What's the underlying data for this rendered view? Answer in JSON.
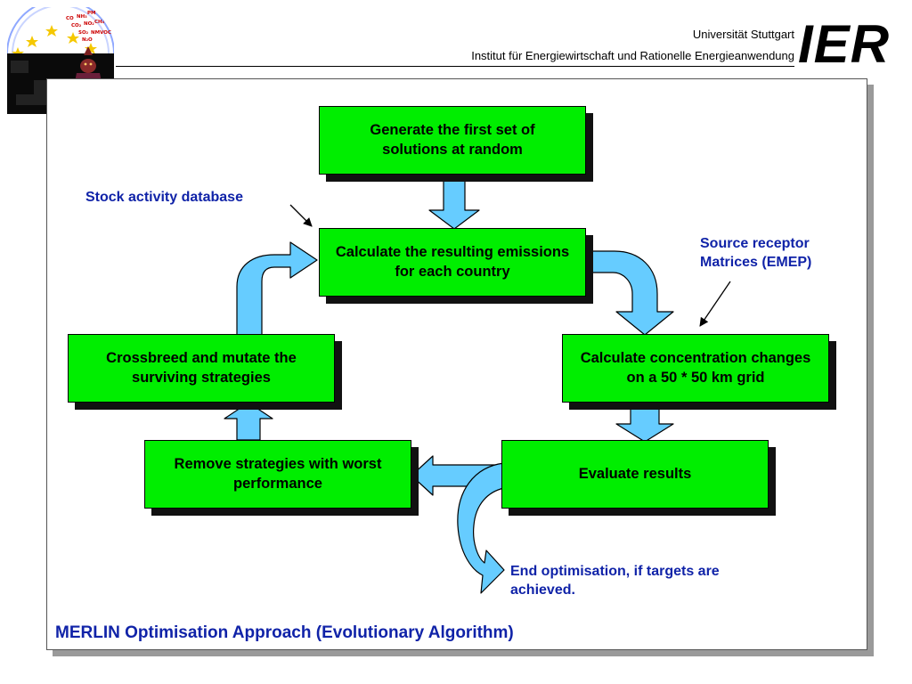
{
  "header": {
    "university": "Universität Stuttgart",
    "institute": "Institut für Energiewirtschaft und Rationelle Energieanwendung",
    "logo_text": "IER",
    "badge_labels": [
      "CO",
      "NH₃",
      "PM",
      "CO₂",
      "NO₂",
      "CH₄",
      "SO₂",
      "NMVOC",
      "N₂O"
    ]
  },
  "boxes": {
    "generate": "Generate the first set of solutions at random",
    "calculate_emissions": "Calculate the resulting emissions for each country",
    "calculate_concentration": "Calculate concentration changes on a 50 * 50 km grid",
    "evaluate": "Evaluate results",
    "remove": "Remove strategies with worst performance",
    "crossbreed": "Crossbreed and mutate the surviving strategies"
  },
  "annotations": {
    "stock_activity": "Stock activity database",
    "source_receptor": "Source receptor Matrices (EMEP)",
    "end_optimisation": "End optimisation, if targets are achieved."
  },
  "caption": "MERLIN Optimisation Approach (Evolutionary Algorithm)",
  "colors": {
    "box_fill": "#00ee00",
    "arrow_fill": "#66ccff",
    "annotation_text": "#1023a8"
  }
}
